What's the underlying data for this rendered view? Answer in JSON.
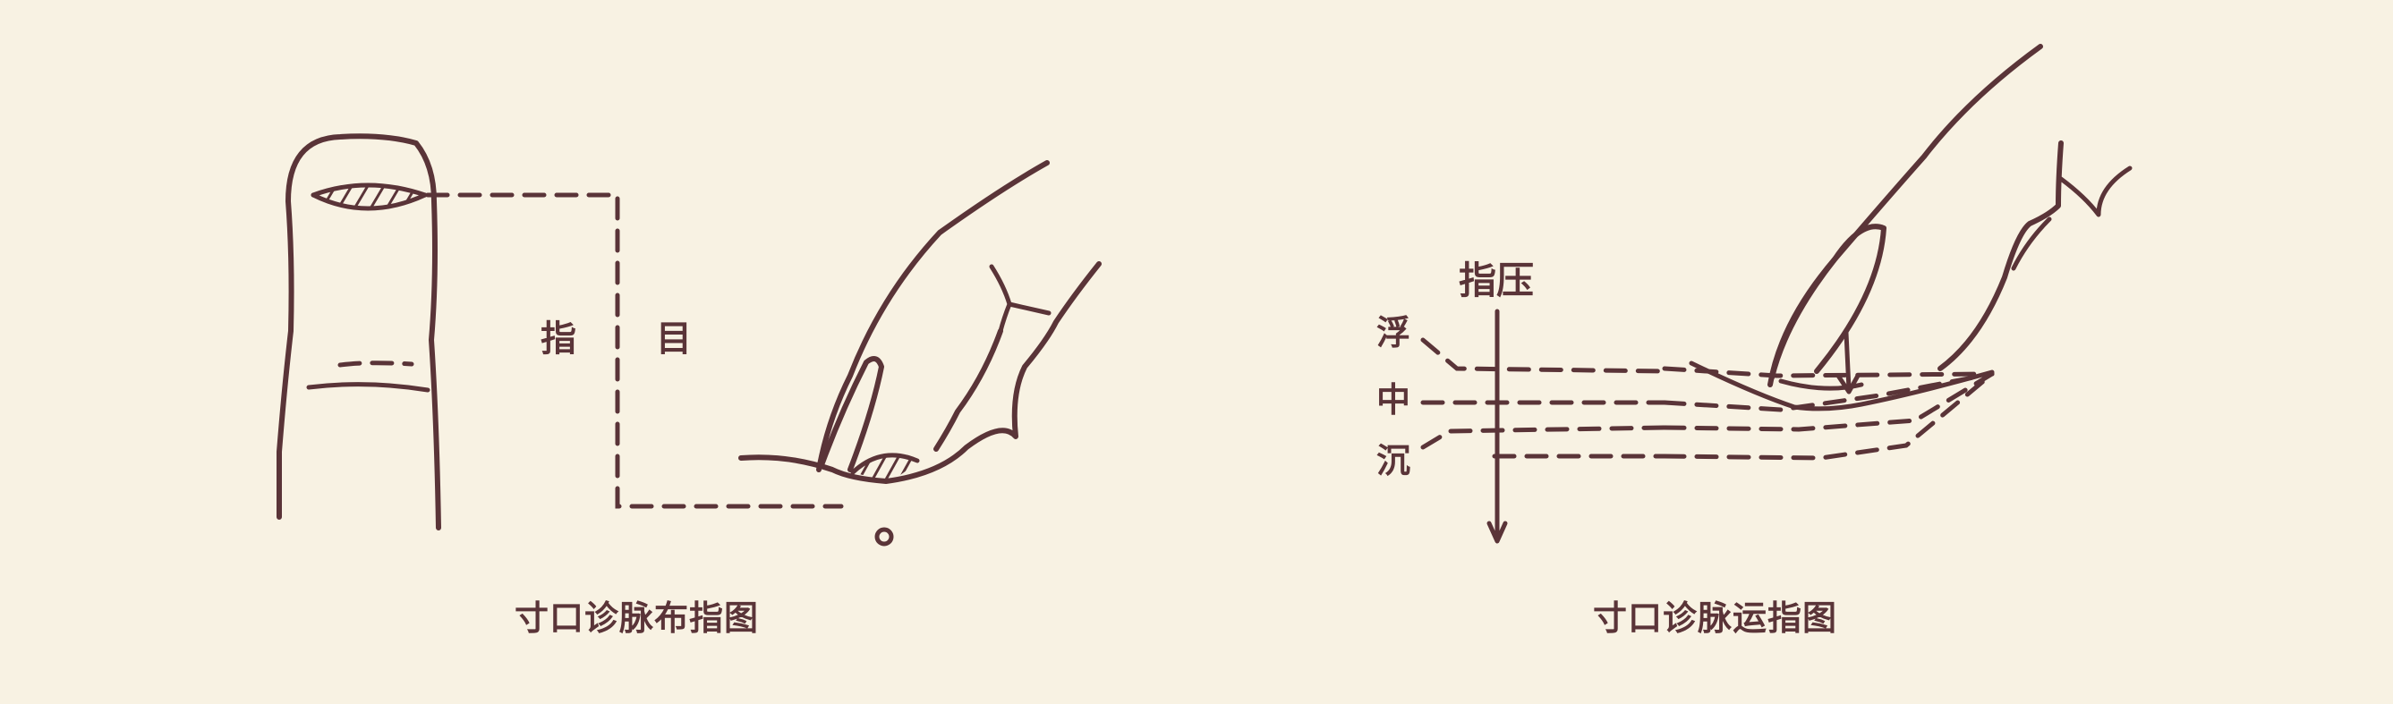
{
  "left_figure": {
    "label_zhi": "指",
    "label_mu": "目",
    "caption": "寸口诊脉布指图"
  },
  "right_figure": {
    "axis_label": "指压",
    "level_fu": "浮",
    "level_zhong": "中",
    "level_chen": "沉",
    "caption": "寸口诊脉运指图"
  },
  "colors": {
    "background": "#f8f2e3",
    "ink": "#5a3438"
  }
}
